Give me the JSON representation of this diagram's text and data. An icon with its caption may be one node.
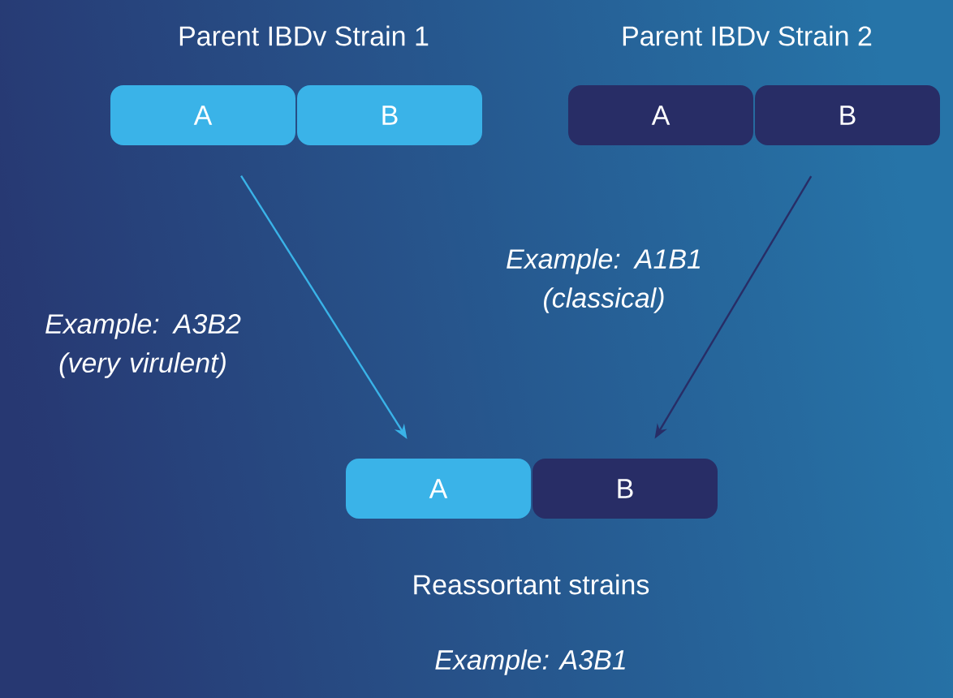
{
  "diagram": {
    "nodes": [
      {
        "text": [
          "A"
        ]
      },
      {
        "text": [
          "B"
        ]
      },
      {
        "text": [
          "A"
        ]
      },
      {
        "text": [
          "B"
        ]
      },
      {
        "text": [
          "A"
        ]
      },
      {
        "text": [
          "B"
        ]
      }
    ],
    "edges": [
      {
        "from": 0,
        "to": 4,
        "arrow": "to",
        "color": "#3ab3e8",
        "label": "*Example: A3B2* *(very virulent)*"
      },
      {
        "from": 3,
        "to": 5,
        "arrow": "to",
        "color": "#282d66",
        "label": "*Example: A1B1* *(classical)*"
      }
    ],
    "labels": [
      "Parent IBDv Strain 1",
      "Parent IBDv Strain 2",
      "Reassortant strains",
      "*Example: A3B1*"
    ]
  }
}
